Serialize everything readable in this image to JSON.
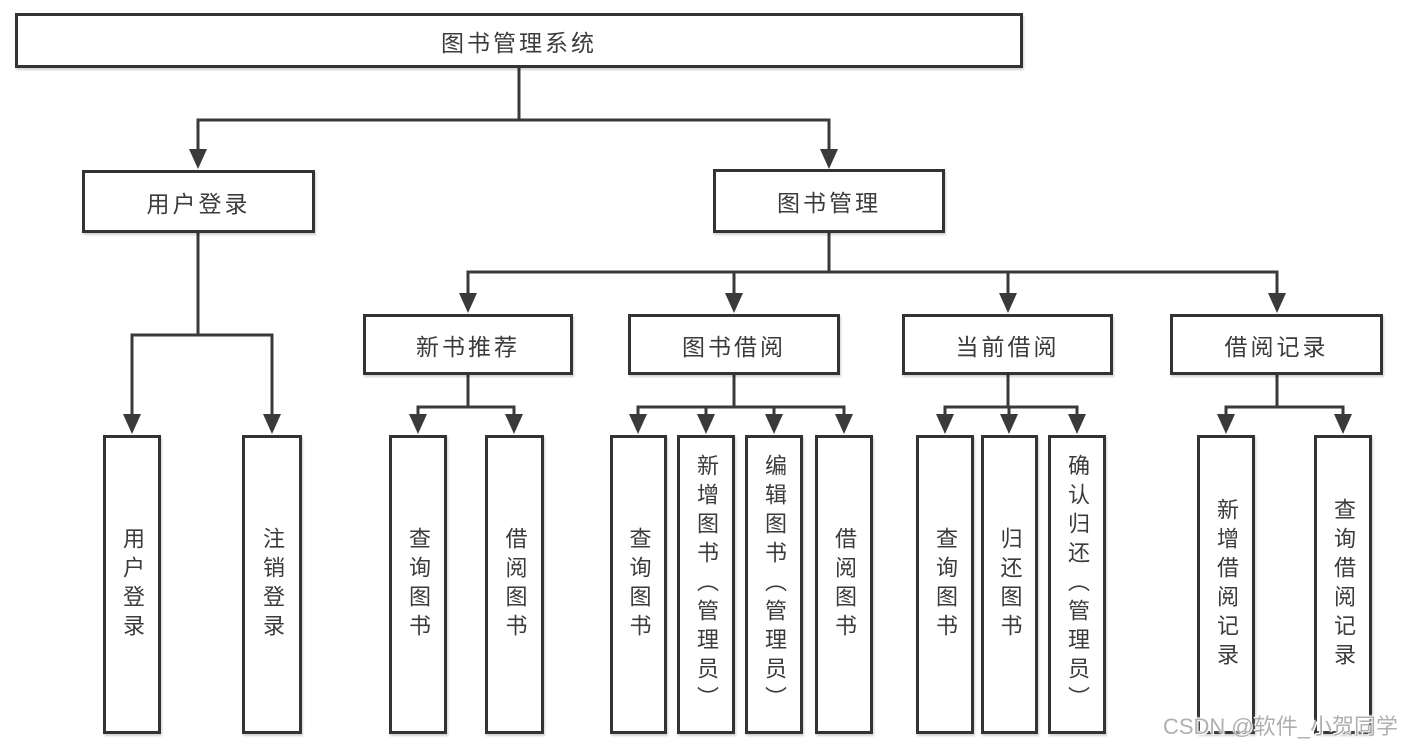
{
  "colors": {
    "line": "#3a3a3a",
    "border": "#333333",
    "text": "#3b3b3b",
    "background": "#ffffff",
    "watermark": "#b0b0b0"
  },
  "watermark": {
    "text": "CSDN @软件_小贺同学"
  },
  "tree": {
    "label": "图书管理系统",
    "children": [
      {
        "label": "用户登录",
        "children": [
          {
            "label": "用户登录"
          },
          {
            "label": "注销登录"
          }
        ]
      },
      {
        "label": "图书管理",
        "children": [
          {
            "label": "新书推荐",
            "children": [
              {
                "label": "查询图书"
              },
              {
                "label": "借阅图书"
              }
            ]
          },
          {
            "label": "图书借阅",
            "children": [
              {
                "label": "查询图书"
              },
              {
                "label": "新增图书（管理员）"
              },
              {
                "label": "编辑图书（管理员）"
              },
              {
                "label": "借阅图书"
              }
            ]
          },
          {
            "label": "当前借阅",
            "children": [
              {
                "label": "查询图书"
              },
              {
                "label": "归还图书"
              },
              {
                "label": "确认归还（管理员）"
              }
            ]
          },
          {
            "label": "借阅记录",
            "children": [
              {
                "label": "新增借阅记录"
              },
              {
                "label": "查询借阅记录"
              }
            ]
          }
        ]
      }
    ]
  }
}
